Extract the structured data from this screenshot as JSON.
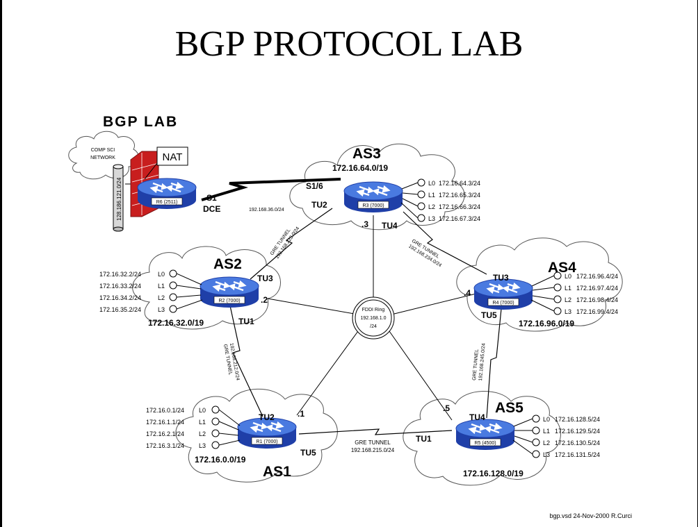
{
  "slide": {
    "title": "BGP PROTOCOL LAB",
    "subtitle": "BGP LAB",
    "footer": "bgp.vsd  24-Nov-2000  R.Curci"
  },
  "colors": {
    "router_top": "#3a6bd6",
    "router_body": "#1f3fa8",
    "firewall": "#c81e1e",
    "cloud_stroke": "#555555"
  },
  "external": {
    "cloud_label_1": "COMP SCI",
    "cloud_label_2": "NETWORK",
    "nat_label": "NAT",
    "link_label": "128.186.121.0/24"
  },
  "fddi": {
    "line1": "FDDI Ring",
    "line2": "192.168.1.0",
    "line3": "/24"
  },
  "routers": {
    "r6": {
      "label": "R6 (2511)",
      "port": "S1",
      "port2": "DCE"
    },
    "r3": {
      "label": "R3 (7000)"
    },
    "r2": {
      "label": "R2 (7000)"
    },
    "r4": {
      "label": "R4 (7000)"
    },
    "r1": {
      "label": "R1 (7000)"
    },
    "r5": {
      "label": "R5 (4500)"
    }
  },
  "as3": {
    "name": "AS3",
    "net": "172.16.64.0/19",
    "s16": "S1/6",
    "tu2": "TU2",
    "tu4": "TU4",
    "dot": ".3",
    "loopbacks": [
      {
        "id": "L0",
        "ip": "172.16.64.3/24"
      },
      {
        "id": "L1",
        "ip": "172.16.65.3/24"
      },
      {
        "id": "L2",
        "ip": "172.16.66.3/24"
      },
      {
        "id": "L3",
        "ip": "172.16.67.3/24"
      }
    ]
  },
  "as2": {
    "name": "AS2",
    "net": "172.16.32.0/19",
    "tu3": "TU3",
    "tu1": "TU1",
    "dot": ".2",
    "loopbacks": [
      {
        "id": "L0",
        "ip": "172.16.32.2/24"
      },
      {
        "id": "L1",
        "ip": "172.16.33.2/24"
      },
      {
        "id": "L2",
        "ip": "172.16.34.2/24"
      },
      {
        "id": "L3",
        "ip": "172.16.35.2/24"
      }
    ]
  },
  "as4": {
    "name": "AS4",
    "net": "172.16.96.0/19",
    "tu3": "TU3",
    "tu5": "TU5",
    "dot": ".4",
    "loopbacks": [
      {
        "id": "L0",
        "ip": "172.16.96.4/24"
      },
      {
        "id": "L1",
        "ip": "172.16.97.4/24"
      },
      {
        "id": "L2",
        "ip": "172.16.98.4/24"
      },
      {
        "id": "L3",
        "ip": "172.16.99.4/24"
      }
    ]
  },
  "as1": {
    "name": "AS1",
    "net": "172.16.0.0/19",
    "tu2": "TU2",
    "tu5": "TU5",
    "dot": ".1",
    "loopbacks": [
      {
        "id": "L0",
        "ip": "172.16.0.1/24"
      },
      {
        "id": "L1",
        "ip": "172.16.1.1/24"
      },
      {
        "id": "L2",
        "ip": "172.16.2.1/24"
      },
      {
        "id": "L3",
        "ip": "172.16.3.1/24"
      }
    ]
  },
  "as5": {
    "name": "AS5",
    "net": "172.16.128.0/19",
    "tu4": "TU4",
    "tu1": "TU1",
    "dot": ".5",
    "loopbacks": [
      {
        "id": "L0",
        "ip": "172.16.128.5/24"
      },
      {
        "id": "L1",
        "ip": "172.16.129.5/24"
      },
      {
        "id": "L2",
        "ip": "172.16.130.5/24"
      },
      {
        "id": "L3",
        "ip": "172.16.131.5/24"
      }
    ]
  },
  "links": {
    "r6_r3": "192.168.36.0/24",
    "gre": "GRE TUNNEL",
    "r2_r3": "192.168.223.0/24",
    "r3_r4": "192.168.234.0/24",
    "r1_r2": "192.168.212.0/24",
    "r4_r5": "192.168.245.0/24",
    "r1_r5": "192.168.215.0/24"
  }
}
